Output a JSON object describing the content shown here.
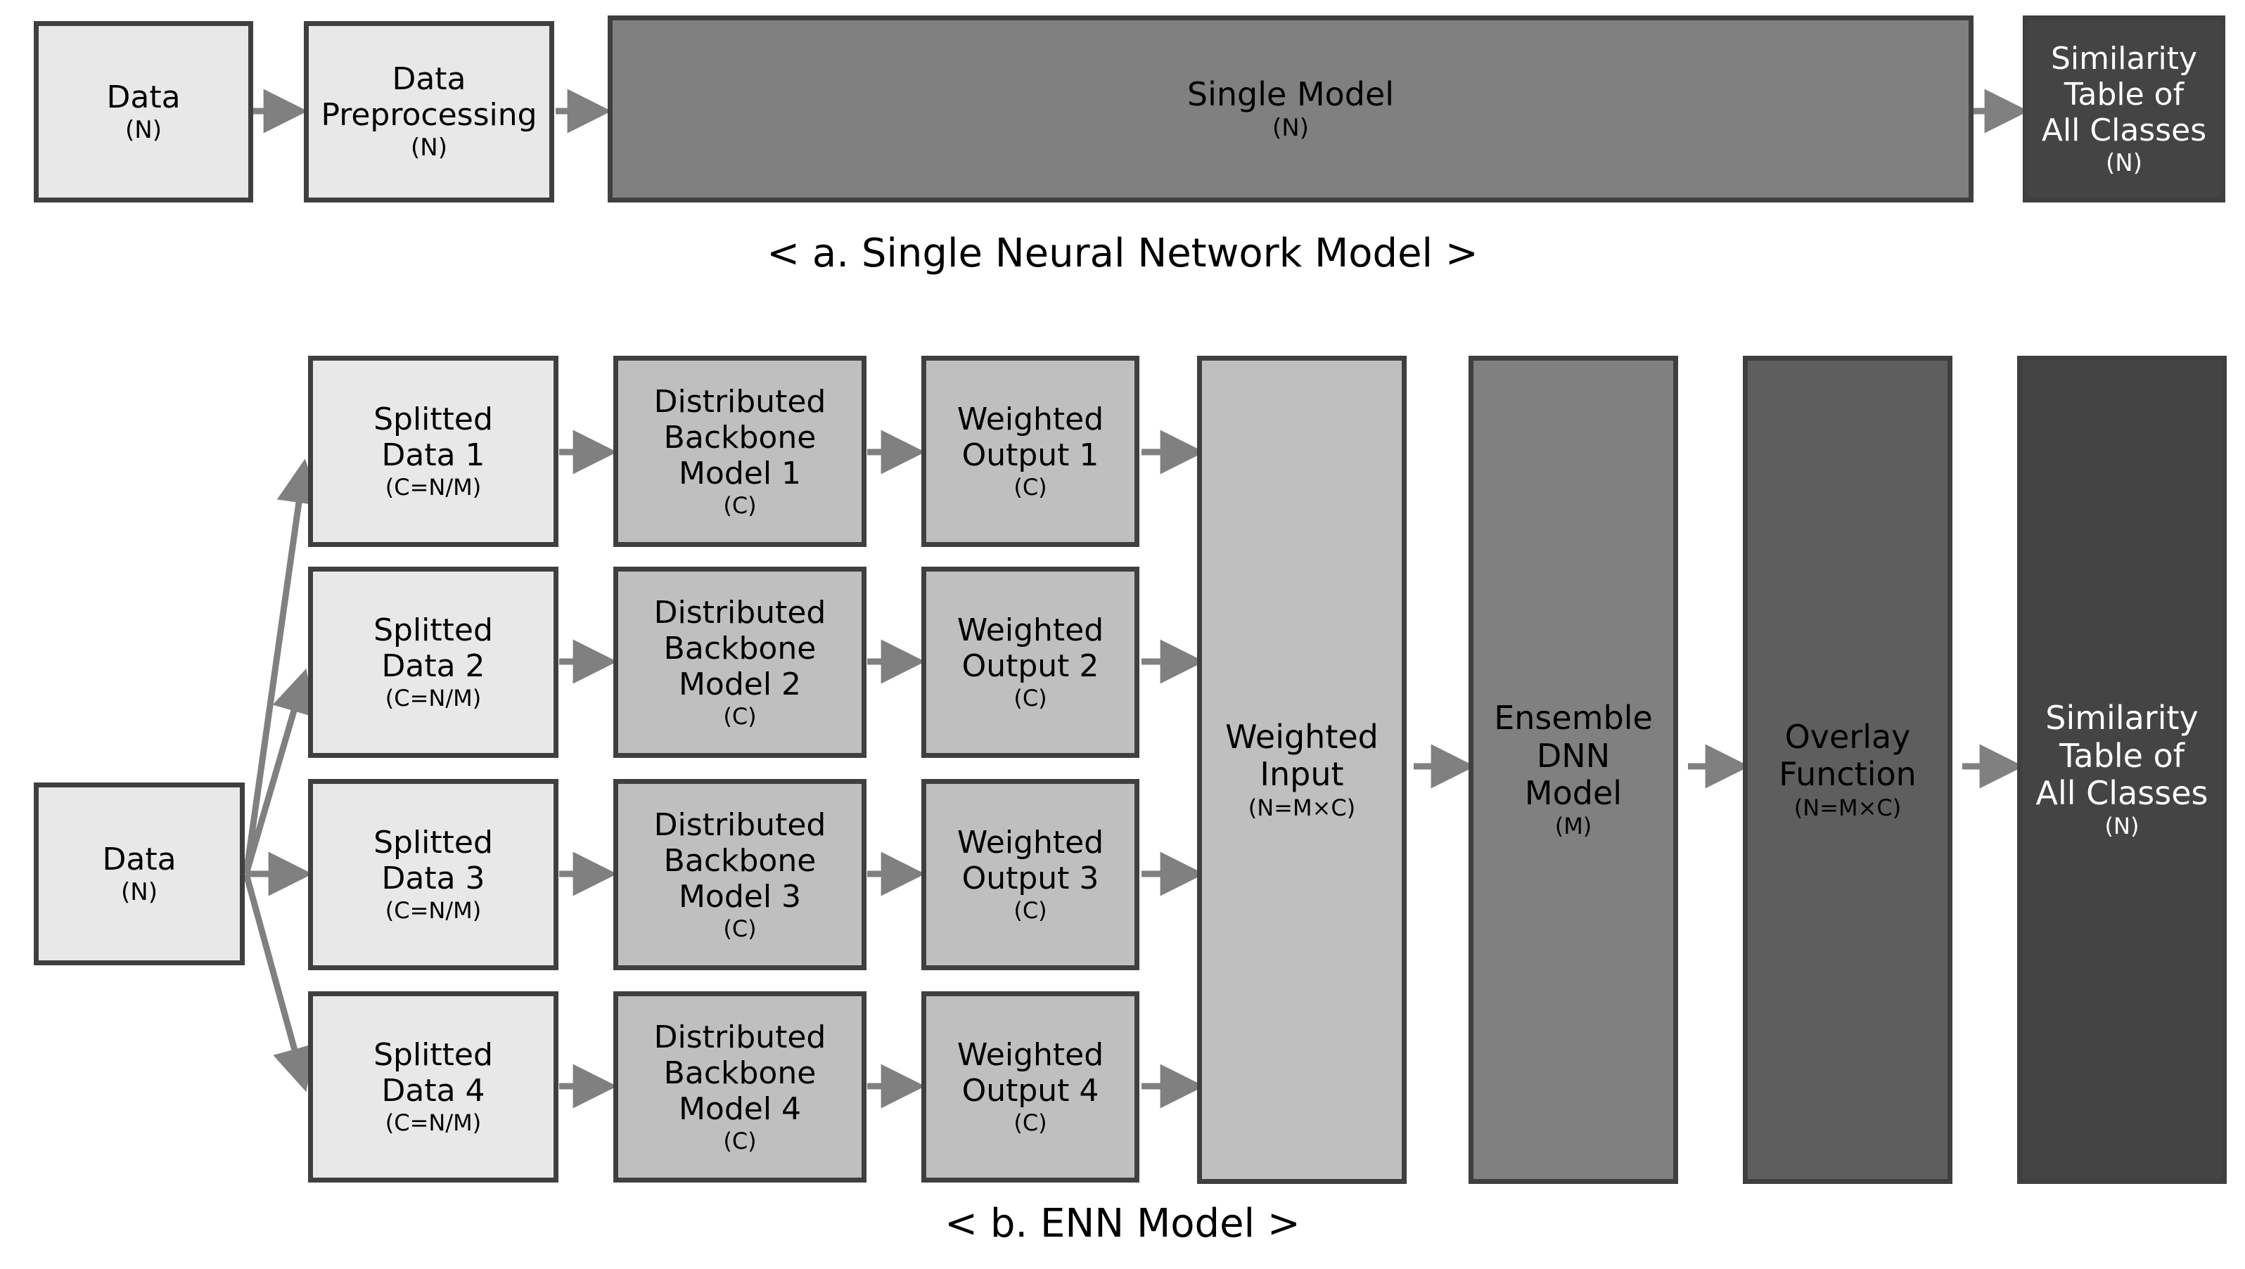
{
  "figure": {
    "section_a": {
      "caption": "< a. Single Neural Network Model >",
      "nodes": [
        {
          "main": "Data",
          "sub": "(N)"
        },
        {
          "main": "Data\nPreprocessing",
          "sub": "(N)"
        },
        {
          "main": "Single Model",
          "sub": "(N)"
        },
        {
          "main": "Similarity\nTable of\nAll Classes",
          "sub": "(N)"
        }
      ]
    },
    "section_b": {
      "caption": "< b. ENN Model >",
      "source": {
        "main": "Data",
        "sub": "(N)"
      },
      "splits": [
        {
          "main": "Splitted\nData 1",
          "sub": "(C=N/M)"
        },
        {
          "main": "Splitted\nData 2",
          "sub": "(C=N/M)"
        },
        {
          "main": "Splitted\nData 3",
          "sub": "(C=N/M)"
        },
        {
          "main": "Splitted\nData 4",
          "sub": "(C=N/M)"
        }
      ],
      "backbones": [
        {
          "main": "Distributed\nBackbone\nModel 1",
          "sub": "(C)"
        },
        {
          "main": "Distributed\nBackbone\nModel 2",
          "sub": "(C)"
        },
        {
          "main": "Distributed\nBackbone\nModel 3",
          "sub": "(C)"
        },
        {
          "main": "Distributed\nBackbone\nModel 4",
          "sub": "(C)"
        }
      ],
      "outputs": [
        {
          "main": "Weighted\nOutput 1",
          "sub": "(C)"
        },
        {
          "main": "Weighted\nOutput 2",
          "sub": "(C)"
        },
        {
          "main": "Weighted\nOutput 3",
          "sub": "(C)"
        },
        {
          "main": "Weighted\nOutput 4",
          "sub": "(C)"
        }
      ],
      "pipeline": [
        {
          "main": "Weighted\nInput",
          "sub": "(N=M×C)"
        },
        {
          "main": "Ensemble\nDNN\nModel",
          "sub": "(M)"
        },
        {
          "main": "Overlay\nFunction",
          "sub": "(N=M×C)"
        },
        {
          "main": "Similarity\nTable of\nAll Classes",
          "sub": "(N)"
        }
      ]
    }
  },
  "colors": {
    "fill_light": "#e8e8e8",
    "fill_mid": "#bfbfbf",
    "fill_gray": "#808080",
    "fill_dark": "#5e5e5e",
    "fill_darker": "#444444",
    "border": "#3f3f3f",
    "arrow": "#808080",
    "text": "#000000",
    "text_inverse": "#ffffff",
    "background": "#ffffff"
  }
}
